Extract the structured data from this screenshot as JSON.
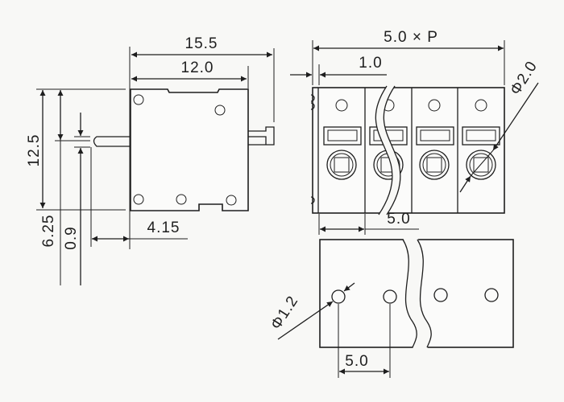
{
  "side_view": {
    "overall_width": "15.5",
    "body_width": "12.0",
    "height": "12.5",
    "pin_offset": "6.25",
    "pin_thickness": "0.9",
    "pin_length": "4.15"
  },
  "front_view": {
    "total_length": "5.0 × P",
    "edge_offset": "1.0",
    "wire_hole_diameter": "Φ2.0",
    "pitch": "5.0"
  },
  "pcb_layout": {
    "hole_diameter": "Φ1.2",
    "pitch": "5.0"
  }
}
